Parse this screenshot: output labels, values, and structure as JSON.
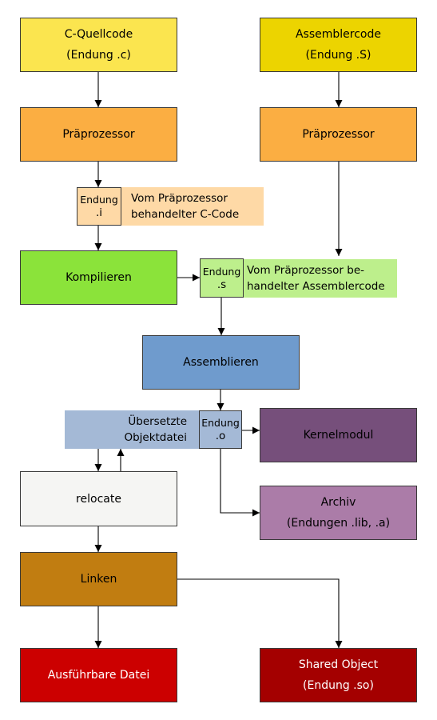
{
  "colors": {
    "c_source": "#fbe54f",
    "asm_source": "#ecd400",
    "preprocessor": "#fbae42",
    "ext_i": "#fed9a6",
    "compile": "#8be33a",
    "ext_s": "#bdef8c",
    "assemble": "#6f9bcd",
    "ext_o": "#a4b9d6",
    "kernel_module": "#764f7b",
    "archive": "#ab7ca8",
    "relocate": "#f5f5f3",
    "link": "#c17d11",
    "executable": "#cc0000",
    "shared_object": "#a40000",
    "arrow": "#000000"
  },
  "nodes": {
    "c_source": {
      "line1": "C-Quellcode",
      "line2": "(Endung .c)"
    },
    "asm_source": {
      "line1": "Assemblercode",
      "line2": "(Endung .S)"
    },
    "preprocessor_c": {
      "label": "Präprozessor"
    },
    "preprocessor_asm": {
      "label": "Präprozessor"
    },
    "ext_i": {
      "line1": "Endung",
      "line2": ".i",
      "caption_line1": "Vom Präprozessor",
      "caption_line2": "behandelter C-Code"
    },
    "compile": {
      "label": "Kompilieren"
    },
    "ext_s": {
      "line1": "Endung",
      "line2": ".s",
      "caption_line1": "Vom Präprozessor be-",
      "caption_line2": "handelter Assemblercode"
    },
    "assemble": {
      "label": "Assemblieren"
    },
    "ext_o": {
      "line1": "Endung",
      "line2": ".o",
      "caption_line1": "Übersetzte",
      "caption_line2": "Objektdatei"
    },
    "kernel_module": {
      "label": "Kernelmodul"
    },
    "archive": {
      "line1": "Archiv",
      "line2": "(Endungen .lib, .a)"
    },
    "relocate": {
      "label": "relocate"
    },
    "link": {
      "label": "Linken"
    },
    "executable": {
      "label": "Ausführbare Datei"
    },
    "shared_object": {
      "line1": "Shared Object",
      "line2": "(Endung .so)"
    }
  }
}
